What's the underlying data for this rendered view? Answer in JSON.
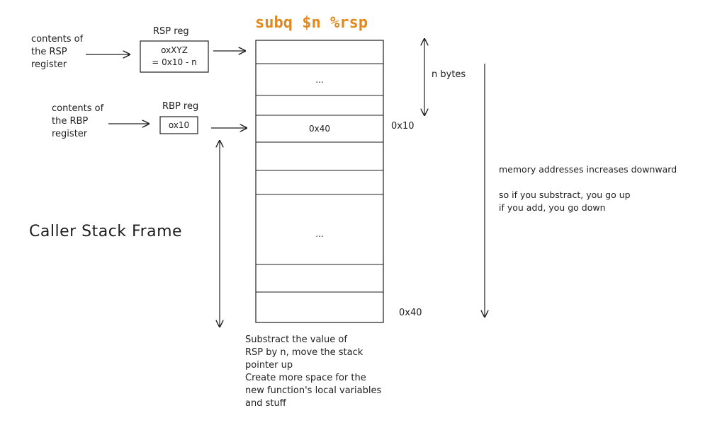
{
  "header": {
    "instruction": "subq $n %rsp",
    "accent_color": "#e0891f"
  },
  "rsp": {
    "caption": "contents of\nthe RSP\nregister",
    "box_label": "RSP reg",
    "value_line1": "oxXYZ",
    "value_line2": "= 0x10 - n"
  },
  "rbp": {
    "caption": "contents of\nthe RBP\nregister",
    "box_label": "RBP reg",
    "value": "ox10"
  },
  "stack": {
    "cells": [
      "",
      "...",
      "",
      "0x40",
      "",
      "",
      "...",
      "",
      ""
    ],
    "addr_rbp": "0x10",
    "addr_bottom": "0x40"
  },
  "labels": {
    "n_bytes": "n bytes",
    "caller_frame": "Caller Stack Frame",
    "memory_note": "memory addresses increases downward\n\nso if you substract, you go up\nif you add, you go down",
    "bottom_note": "Substract the value of\nRSP by n, move the stack\npointer up\nCreate more space for the\nnew function's local variables\nand stuff"
  }
}
